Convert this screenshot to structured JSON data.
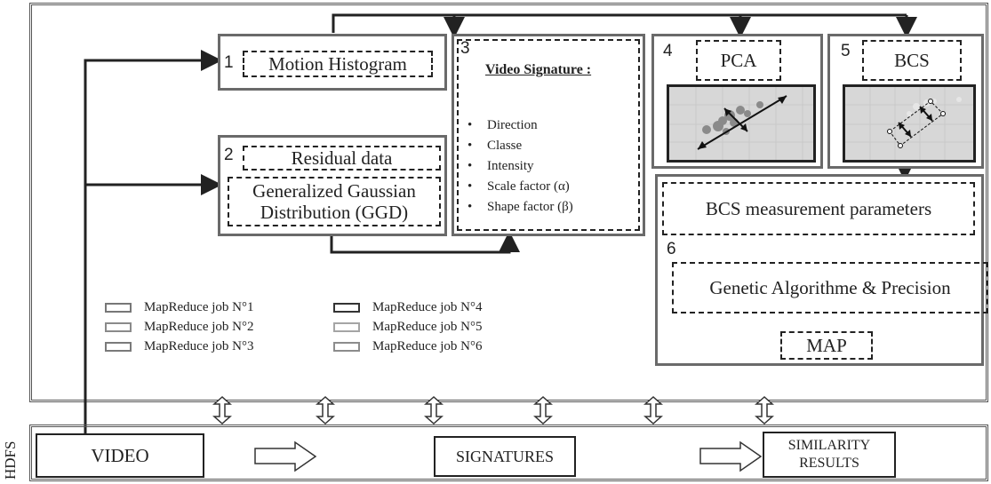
{
  "steps": {
    "s1": {
      "number": "1",
      "label": "Motion Histogram"
    },
    "s2": {
      "number": "2",
      "label_top": "Residual data",
      "label_bottom": "Generalized Gaussian Distribution (GGD)"
    },
    "s3": {
      "number": "3",
      "title": "Video Signature :",
      "items": [
        "Direction",
        "Classe",
        "Intensity",
        "Scale factor (α)",
        "Shape factor (β)"
      ]
    },
    "s4": {
      "number": "4",
      "label": "PCA"
    },
    "s5": {
      "number": "5",
      "label": "BCS"
    },
    "s6": {
      "number": "6",
      "label_top": "BCS measurement parameters",
      "label_mid": "Genetic Algorithme  & Precision",
      "label_bottom": "MAP"
    }
  },
  "legend": [
    {
      "label": "MapReduce job N°1",
      "color": "#777777"
    },
    {
      "label": "MapReduce job N°2",
      "color": "#8a8a8a"
    },
    {
      "label": "MapReduce job N°3",
      "color": "#7a7a7a"
    },
    {
      "label": "MapReduce job N°4",
      "color": "#333333"
    },
    {
      "label": "MapReduce job N°5",
      "color": "#a5a5a5"
    },
    {
      "label": "MapReduce job N°6",
      "color": "#8c8c8c"
    }
  ],
  "hdfs": {
    "label": "HDFS",
    "video": "VIDEO",
    "signatures": "SIGNATURES",
    "similarity": "SIMILARITY RESULTS"
  }
}
